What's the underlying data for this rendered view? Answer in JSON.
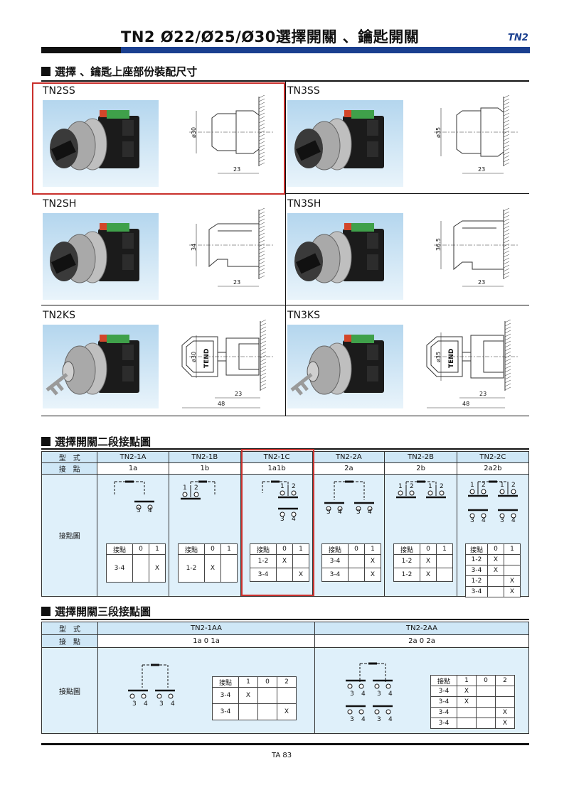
{
  "header": {
    "title": "TN2  Ø22/Ø25/Ø30選擇開關 、鑰匙開關",
    "tag": "TN2"
  },
  "section1": {
    "title": "選擇 、鑰匙上座部份裝配尺寸",
    "cells": [
      {
        "model": "TN2SS",
        "dim_v": "ø30",
        "dim_h": "23"
      },
      {
        "model": "TN3SS",
        "dim_v": "ø35",
        "dim_h": "23"
      },
      {
        "model": "TN2SH",
        "dim_v": "34",
        "dim_h": "23"
      },
      {
        "model": "TN3SH",
        "dim_v": "36.5",
        "dim_h": "23"
      },
      {
        "model": "TN2KS",
        "dim_v": "ø30",
        "dim_h": "23",
        "dim_h2": "48",
        "key_text": "TEND"
      },
      {
        "model": "TN3KS",
        "dim_v": "ø35",
        "dim_h": "23",
        "dim_h2": "48",
        "key_text": "TEND"
      }
    ]
  },
  "section2": {
    "title": "選擇開關二段接點圖",
    "row_labels": {
      "type": "型　式",
      "contact": "接　點",
      "diagram": "接點圖"
    },
    "models": [
      {
        "name": "TN2-1A",
        "contact": "1a",
        "table": {
          "head": [
            "接點",
            "0",
            "1"
          ],
          "rows": [
            [
              "3-4",
              "",
              "X"
            ]
          ]
        }
      },
      {
        "name": "TN2-1B",
        "contact": "1b",
        "table": {
          "head": [
            "接點",
            "0",
            "1"
          ],
          "rows": [
            [
              "1-2",
              "X",
              ""
            ]
          ]
        }
      },
      {
        "name": "TN2-1C",
        "contact": "1a1b",
        "table": {
          "head": [
            "接點",
            "0",
            "1"
          ],
          "rows": [
            [
              "1-2",
              "X",
              ""
            ],
            [
              "3-4",
              "",
              "X"
            ]
          ]
        }
      },
      {
        "name": "TN2-2A",
        "contact": "2a",
        "table": {
          "head": [
            "接點",
            "0",
            "1"
          ],
          "rows": [
            [
              "3-4",
              "",
              "X"
            ],
            [
              "3-4",
              "",
              "X"
            ]
          ]
        }
      },
      {
        "name": "TN2-2B",
        "contact": "2b",
        "table": {
          "head": [
            "接點",
            "0",
            "1"
          ],
          "rows": [
            [
              "1-2",
              "X",
              ""
            ],
            [
              "1-2",
              "X",
              ""
            ]
          ]
        }
      },
      {
        "name": "TN2-2C",
        "contact": "2a2b",
        "table": {
          "head": [
            "接點",
            "0",
            "1"
          ],
          "rows": [
            [
              "1-2",
              "X",
              ""
            ],
            [
              "3-4",
              "X",
              ""
            ],
            [
              "1-2",
              "",
              "X"
            ],
            [
              "3-4",
              "",
              "X"
            ]
          ]
        }
      }
    ],
    "diagram_numbers": {
      "n1": "1",
      "n2": "2",
      "n3": "3",
      "n4": "4"
    }
  },
  "section3": {
    "title": "選擇開關三段接點圖",
    "row_labels": {
      "type": "型　式",
      "contact": "接　點",
      "diagram": "接點圖"
    },
    "models": [
      {
        "name": "TN2-1AA",
        "contact": "1a 0 1a",
        "table": {
          "head": [
            "接點",
            "1",
            "0",
            "2"
          ],
          "rows": [
            [
              "3-4",
              "X",
              "",
              ""
            ],
            [
              "3-4",
              "",
              "",
              "X"
            ]
          ]
        }
      },
      {
        "name": "TN2-2AA",
        "contact": "2a 0 2a",
        "table": {
          "head": [
            "接點",
            "1",
            "0",
            "2"
          ],
          "rows": [
            [
              "3-4",
              "X",
              "",
              ""
            ],
            [
              "3-4",
              "X",
              "",
              ""
            ],
            [
              "3-4",
              "",
              "",
              "X"
            ],
            [
              "3-4",
              "",
              "",
              "X"
            ]
          ]
        }
      }
    ]
  },
  "footer": {
    "page": "TA 83"
  }
}
